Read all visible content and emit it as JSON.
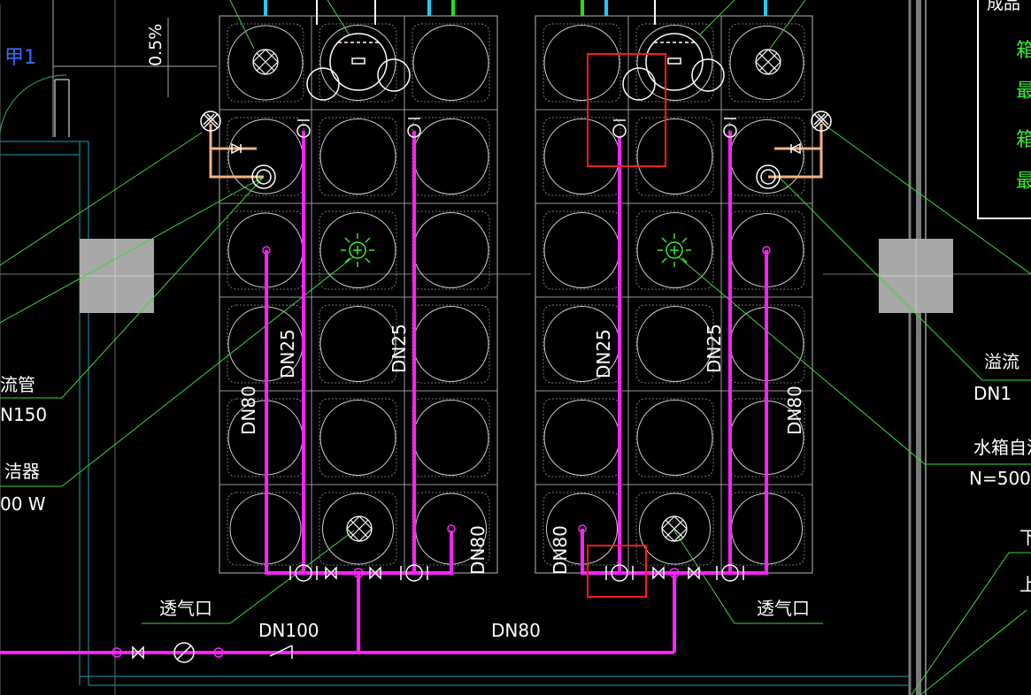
{
  "drawing": {
    "colors": {
      "background": "#000000",
      "pipe": "#ff22ff",
      "leader": "#33dd33",
      "highlight": "#ff1a1a",
      "tank_grid": "#9a9a9a",
      "connector": "#f4b383",
      "column": "#a8a8a8",
      "wall": "#1e9fb0"
    },
    "labels": {
      "slope": "0.5%",
      "door": "甲1",
      "left_overflow_pipe": "流管",
      "left_overflow_size": "N150",
      "left_sterilizer": "洁器",
      "left_sterilizer_power": "00 W",
      "left_vent": "透气口",
      "right_vent": "透气口",
      "main_pipe": "DN100",
      "connector_pipe": "DN80",
      "left_tank_v1": "DN80",
      "left_tank_v2": "DN25",
      "left_tank_v3": "DN25",
      "left_tank_v4": "DN80",
      "right_tank_v1": "DN25",
      "right_tank_v2": "DN25",
      "right_tank_v3": "DN80",
      "right_tank_v4": "DN80",
      "right_overflow": "溢流",
      "right_overflow_size": "DN1",
      "right_sterilizer": "水箱自洁",
      "right_sterilizer_power": "N=500",
      "legend_top": "成品",
      "legend_g1": "箱",
      "legend_g2": "最",
      "legend_g3": "箱",
      "legend_g4": "最",
      "right_edge_1": "下",
      "right_edge_2": "上"
    }
  }
}
